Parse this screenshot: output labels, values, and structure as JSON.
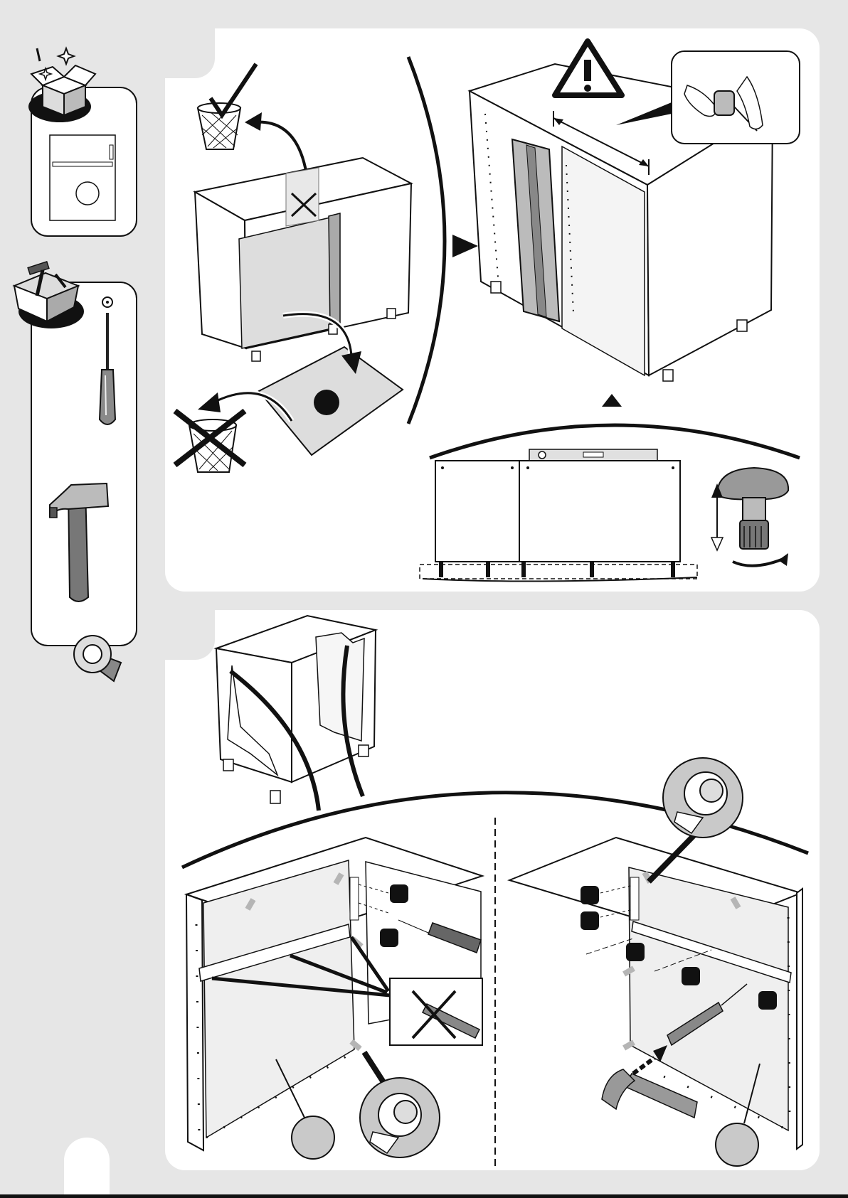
{
  "document": {
    "type": "assembly-instructions",
    "subject": "corner-base-cabinet",
    "colors": {
      "background": "#e6e6e6",
      "panel": "#ffffff",
      "ink": "#111111",
      "tape": "#b5b5b5",
      "part": "#c9c9c9"
    }
  },
  "sidebar": {
    "unpack_icon": "open-box-icon",
    "contents_icon": "part-sheet-icon",
    "tools_icon": "toolbox-icon",
    "tools": [
      "screwdriver-icon",
      "hammer-icon",
      "tape-roll-icon"
    ]
  },
  "steps": [
    {
      "panel": "top",
      "items": [
        "recycle-packaging",
        "discard-part",
        "measure-corner-gap",
        "level-cabinets"
      ]
    },
    {
      "panel": "bottom",
      "items": [
        "apply-tape-left",
        "screw-left",
        "apply-tape-right",
        "hammer-right"
      ]
    }
  ]
}
